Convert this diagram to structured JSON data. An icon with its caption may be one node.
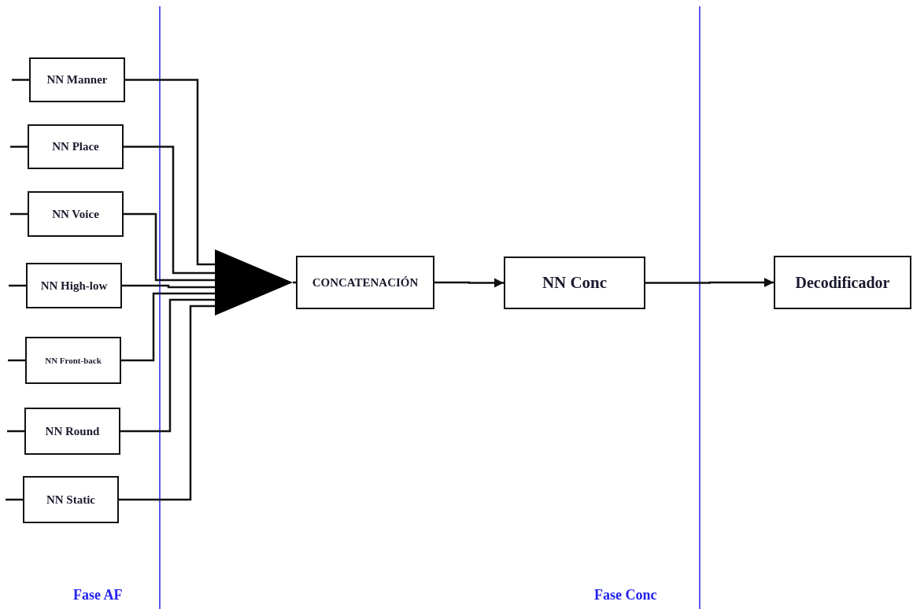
{
  "diagram": {
    "nodes": [
      {
        "text": [
          "NN Manner"
        ]
      },
      {
        "text": [
          "NN Place"
        ]
      },
      {
        "text": [
          "NN Voice"
        ]
      },
      {
        "text": [
          "NN High-low"
        ]
      },
      {
        "text": [
          "NN Front-back"
        ]
      },
      {
        "text": [
          "NN Round"
        ]
      },
      {
        "text": [
          "NN Static"
        ]
      },
      {
        "text": [],
        "shape": "triangle"
      },
      {
        "text": [
          "CONCATENACIÓN"
        ]
      },
      {
        "text": [
          "NN Conc"
        ]
      },
      {
        "text": [
          "Decodificador"
        ]
      }
    ],
    "edges": [
      {
        "from": null,
        "to": 0,
        "arrow": "none"
      },
      {
        "from": null,
        "to": 1,
        "arrow": "none"
      },
      {
        "from": null,
        "to": 2,
        "arrow": "none"
      },
      {
        "from": null,
        "to": 3,
        "arrow": "none"
      },
      {
        "from": null,
        "to": 4,
        "arrow": "none"
      },
      {
        "from": null,
        "to": 5,
        "arrow": "none"
      },
      {
        "from": null,
        "to": 6,
        "arrow": "none"
      },
      {
        "from": 0,
        "to": 7,
        "arrow": "none"
      },
      {
        "from": 1,
        "to": 7,
        "arrow": "none"
      },
      {
        "from": 2,
        "to": 7,
        "arrow": "none"
      },
      {
        "from": 3,
        "to": 7,
        "arrow": "none"
      },
      {
        "from": 4,
        "to": 7,
        "arrow": "none"
      },
      {
        "from": 5,
        "to": 7,
        "arrow": "none"
      },
      {
        "from": 6,
        "to": 7,
        "arrow": "none"
      },
      {
        "from": 7,
        "to": 8,
        "arrow": "none"
      },
      {
        "from": 8,
        "to": 9,
        "arrow": "to"
      },
      {
        "from": 9,
        "to": 10,
        "arrow": "to"
      }
    ],
    "labels": [
      "Fase AF",
      "Fase Conc"
    ]
  }
}
